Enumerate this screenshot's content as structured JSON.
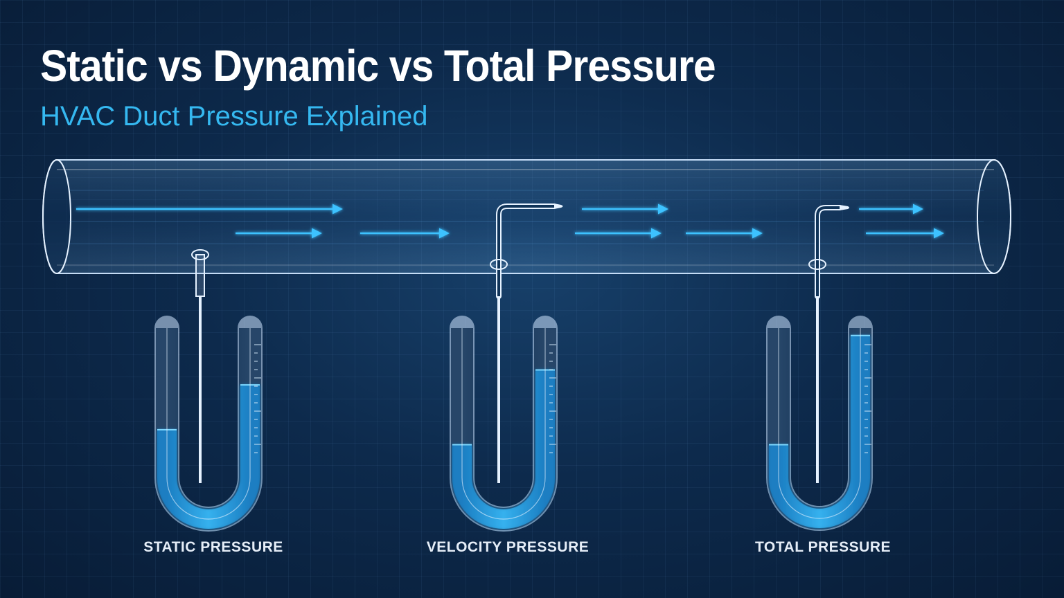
{
  "header": {
    "title": "Static vs Dynamic vs Total Pressure",
    "subtitle": "HVAC Duct Pressure Explained"
  },
  "gauges": [
    {
      "label": "STATIC PRESSURE",
      "probe": "wall-tap",
      "right_fill": 0.62,
      "left_fill": 0.32
    },
    {
      "label": "VELOCITY PRESSURE",
      "probe": "pitot-tube",
      "right_fill": 0.72,
      "left_fill": 0.22
    },
    {
      "label": "TOTAL PRESSURE",
      "probe": "pitot-tube",
      "right_fill": 0.95,
      "left_fill": 0.22
    }
  ],
  "colors": {
    "background": "#0d2a4c",
    "accent": "#35b8f0",
    "fluid": "#2a9fe0",
    "text": "#ffffff"
  },
  "icons": {
    "flow_arrow": "airflow-arrow-icon",
    "manometer": "u-tube-manometer-icon"
  }
}
